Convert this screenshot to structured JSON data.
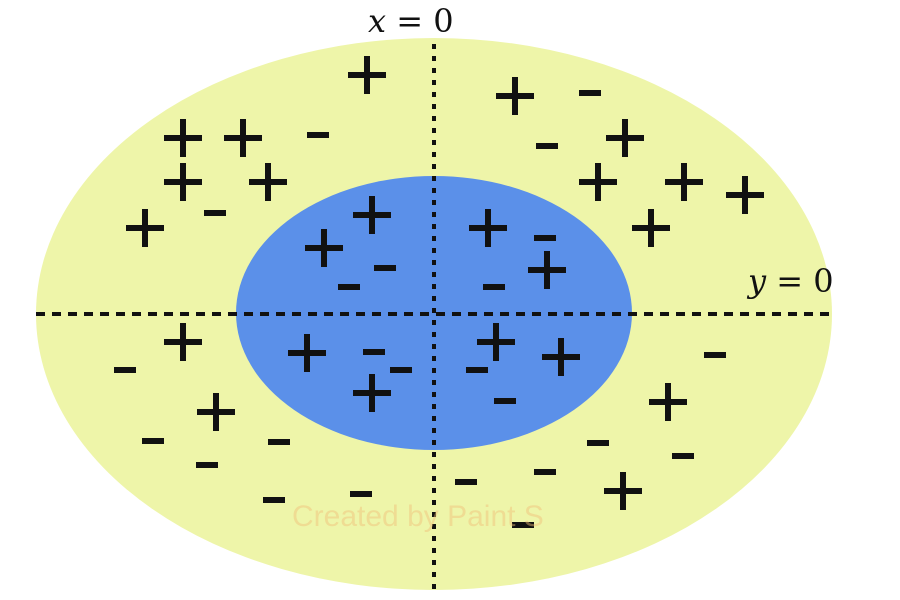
{
  "labels": {
    "x_axis_var": "x",
    "x_axis_eq": "= 0",
    "y_axis_var": "y",
    "y_axis_eq": "= 0"
  },
  "watermark": "Created by Paint S",
  "colors": {
    "outer_region": "#eef5a9",
    "inner_region": "#5b90e9",
    "marks": "#111111"
  },
  "outer_points": [
    "+",
    "+",
    "-",
    "+",
    "+",
    "-",
    "-",
    "+",
    "+",
    "+",
    "+",
    "+",
    "+",
    "-",
    "+",
    "+",
    "+",
    "-",
    "-",
    "+",
    "+",
    "-",
    "-",
    "-",
    "-",
    "-",
    "-",
    "-",
    "+",
    "-",
    "-",
    "-"
  ],
  "inner_points": [
    "+",
    "+",
    "-",
    "-",
    "+",
    "-",
    "+",
    "-",
    "+",
    "-",
    "-",
    "+",
    "+",
    "+",
    "-",
    "-"
  ]
}
